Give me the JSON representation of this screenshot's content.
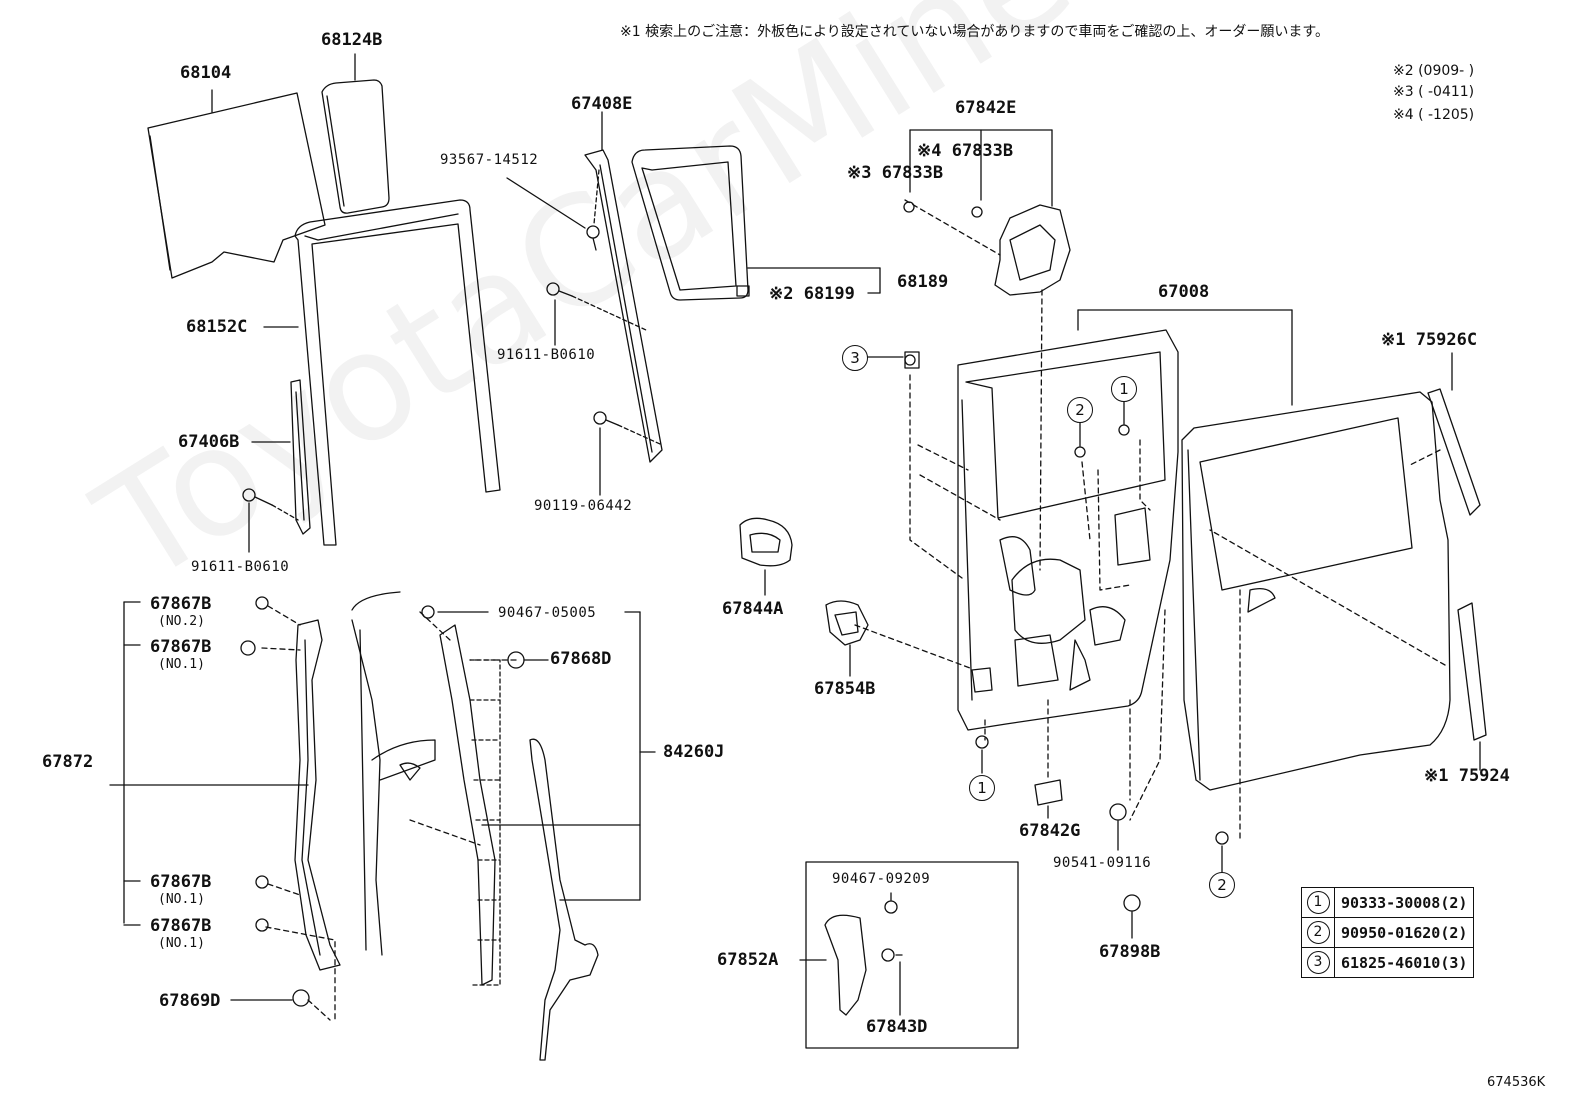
{
  "header_notes": {
    "note1": "※1 検索上のご注意：外板色により設定されていない場合がありますので車両をご確認の上、オーダー願います。",
    "note2": "※2 (0909-      )",
    "note3": "※3 (      -0411)",
    "note4": "※4 (      -1205)"
  },
  "watermark": "ToyotaCarMine.ru",
  "diagram_code": "674536K",
  "parts": {
    "p68104": "68104",
    "p68124B": "68124B",
    "p68152C": "68152C",
    "p67406B": "67406B",
    "p91611_B0610_a": "91611-B0610",
    "p67408E": "67408E",
    "p93567_14512": "93567-14512",
    "p91611_B0610_b": "91611-B0610",
    "p90119_06442": "90119-06442",
    "p68199": "※2 68199",
    "p68189": "68189",
    "p67842E": "67842E",
    "p67833B_4": "※4 67833B",
    "p67833B_3": "※3 67833B",
    "p67008": "67008",
    "p75926C": "※1 75926C",
    "p75924": "※1 75924",
    "p67844A": "67844A",
    "p67854B": "67854B",
    "p67842G": "67842G",
    "p90541_09116": "90541-09116",
    "p67898B": "67898B",
    "p67867B_no2": "67867B",
    "p67867B_no1a": "67867B",
    "p67867B_no1b": "67867B",
    "p67867B_no1c": "67867B",
    "p67872": "67872",
    "p67869D": "67869D",
    "p90467_05005": "90467-05005",
    "p67868D": "67868D",
    "p84260J": "84260J",
    "p90467_09209": "90467-09209",
    "p67852A": "67852A",
    "p67843D": "67843D"
  },
  "sub_labels": {
    "no2": "(NO.2)",
    "no1": "(NO.1)"
  },
  "callouts": {
    "c1": "1",
    "c2": "2",
    "c3": "3"
  },
  "legend": [
    {
      "ref": "1",
      "part": "90333-30008(2)"
    },
    {
      "ref": "2",
      "part": "90950-01620(2)"
    },
    {
      "ref": "3",
      "part": "61825-46010(3)"
    }
  ]
}
